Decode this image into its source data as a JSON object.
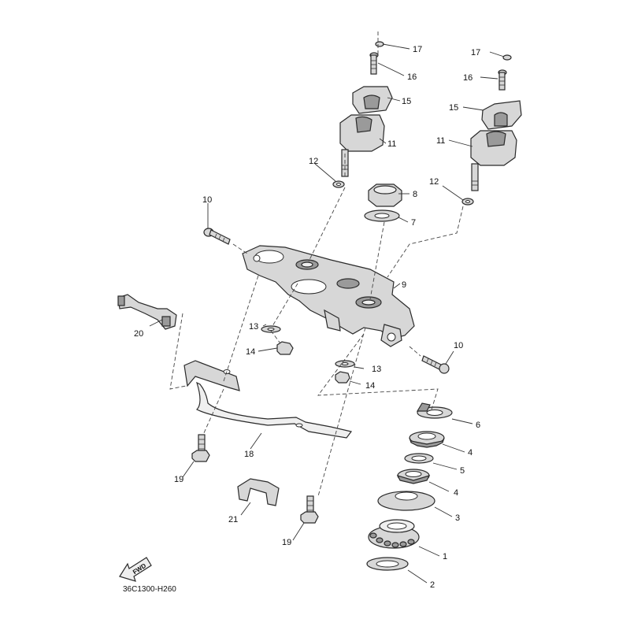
{
  "diagram": {
    "reference_code": "36C1300-H260",
    "fwd_label": "FWD",
    "callouts": {
      "c1": "1",
      "c2": "2",
      "c3": "3",
      "c4a": "4",
      "c4b": "4",
      "c5": "5",
      "c6": "6",
      "c7": "7",
      "c8": "8",
      "c9": "9",
      "c10a": "10",
      "c10b": "10",
      "c11a": "11",
      "c11b": "11",
      "c12a": "12",
      "c12b": "12",
      "c13a": "13",
      "c13b": "13",
      "c14a": "14",
      "c14b": "14",
      "c15a": "15",
      "c15b": "15",
      "c16a": "16",
      "c16b": "16",
      "c17a": "17",
      "c17b": "17",
      "c18": "18",
      "c19a": "19",
      "c19b": "19",
      "c20": "20",
      "c21": "21"
    }
  }
}
